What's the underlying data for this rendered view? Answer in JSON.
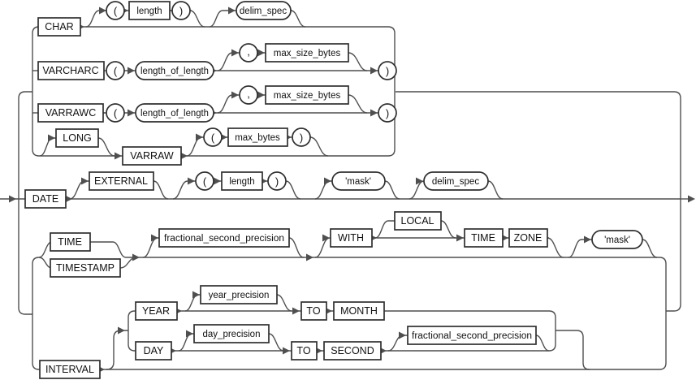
{
  "diagram": {
    "kind": "railroad-syntax-diagram",
    "colors": {
      "line": "#4f4f4f",
      "box_border": "#2f2f2f",
      "text": "#111111",
      "background": "#ffffff"
    },
    "labels": {
      "char": "CHAR",
      "varcharc": "VARCHARC",
      "varrawc": "VARRAWC",
      "long_kw": "LONG",
      "varraw": "VARRAW",
      "date": "DATE",
      "external": "EXTERNAL",
      "time": "TIME",
      "timestamp": "TIMESTAMP",
      "with_kw": "WITH",
      "local_kw": "LOCAL",
      "time2": "TIME",
      "zone": "ZONE",
      "interval": "INTERVAL",
      "year": "YEAR",
      "to1": "TO",
      "month": "MONTH",
      "day": "DAY",
      "to2": "TO",
      "second": "SECOND",
      "length1": "length",
      "length2": "length",
      "delim_spec1": "delim_spec",
      "delim_spec2": "delim_spec",
      "length_of_length1": "length_of_length",
      "length_of_length2": "length_of_length",
      "max_size_bytes1": "max_size_bytes",
      "max_size_bytes2": "max_size_bytes",
      "max_bytes": "max_bytes",
      "mask1": "'mask'",
      "mask2": "'mask'",
      "fsp1": "fractional_second_precision",
      "fsp2": "fractional_second_precision",
      "year_precision": "year_precision",
      "day_precision": "day_precision",
      "lparen1": "(",
      "rparen1": ")",
      "lparen2": "(",
      "rparen2": ")",
      "lparen3": "(",
      "rparen3": ")",
      "lparen4": "(",
      "rparen4": ")",
      "lparen5": "(",
      "rparen5": ")",
      "comma1": ",",
      "comma2": ","
    }
  }
}
